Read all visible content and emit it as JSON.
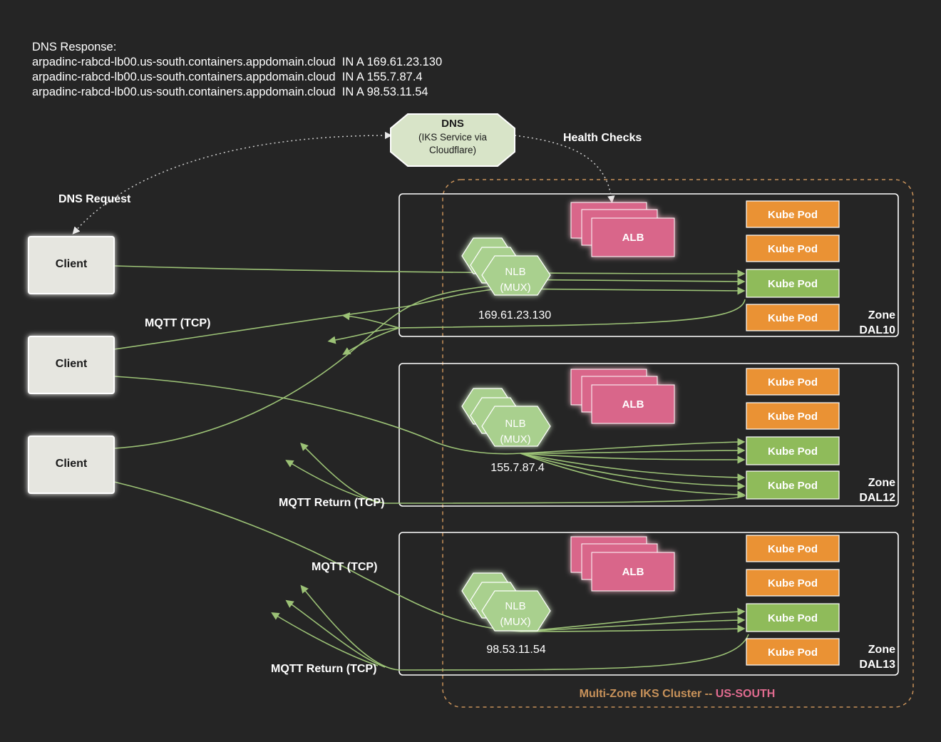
{
  "dns_response": {
    "title": "DNS Response:",
    "records": [
      "arpadinc-rabcd-lb00.us-south.containers.appdomain.cloud  IN A 169.61.23.130",
      "arpadinc-rabcd-lb00.us-south.containers.appdomain.cloud  IN A 155.7.87.4",
      "arpadinc-rabcd-lb00.us-south.containers.appdomain.cloud  IN A 98.53.11.54"
    ]
  },
  "dns_node": {
    "title": "DNS",
    "line1": "(IKS Service via",
    "line2": "Cloudflare)"
  },
  "labels": {
    "health_checks": "Health Checks",
    "dns_request": "DNS Request",
    "mqtt_tcp_top": "MQTT (TCP)",
    "mqtt_return_mid": "MQTT Return (TCP)",
    "mqtt_tcp_bottom": "MQTT (TCP)",
    "mqtt_return_bottom": "MQTT Return (TCP)"
  },
  "clients": [
    "Client",
    "Client",
    "Client"
  ],
  "zones": [
    {
      "label": "Zone",
      "name": "DAL10",
      "nlb": [
        "NLB",
        "(MUX)"
      ],
      "ip": "169.61.23.130",
      "alb": "ALB",
      "pods": [
        "Kube Pod",
        "Kube Pod",
        "Kube Pod",
        "Kube Pod"
      ]
    },
    {
      "label": "Zone",
      "name": "DAL12",
      "nlb": [
        "NLB",
        "(MUX)"
      ],
      "ip": "155.7.87.4",
      "alb": "ALB",
      "pods": [
        "Kube Pod",
        "Kube Pod",
        "Kube Pod",
        "Kube Pod"
      ]
    },
    {
      "label": "Zone",
      "name": "DAL13",
      "nlb": [
        "NLB",
        "(MUX)"
      ],
      "ip": "98.53.11.54",
      "alb": "ALB",
      "pods": [
        "Kube Pod",
        "Kube Pod",
        "Kube Pod",
        "Kube Pod"
      ]
    }
  ],
  "cluster": {
    "label_prefix": "Multi-Zone IKS Cluster -- ",
    "label_region": "US-SOUTH"
  },
  "colors": {
    "background": "#252525",
    "client_fill": "#e6e6e0",
    "dns_fill": "#d8e4c8",
    "nlb_fill": "#a9d08e",
    "alb_fill": "#d9668a",
    "pod_orange": "#ea9234",
    "pod_green": "#8fbb5a",
    "flow_line": "#9cc276",
    "cluster_border": "#c8925a",
    "region": "#e06b8f"
  }
}
